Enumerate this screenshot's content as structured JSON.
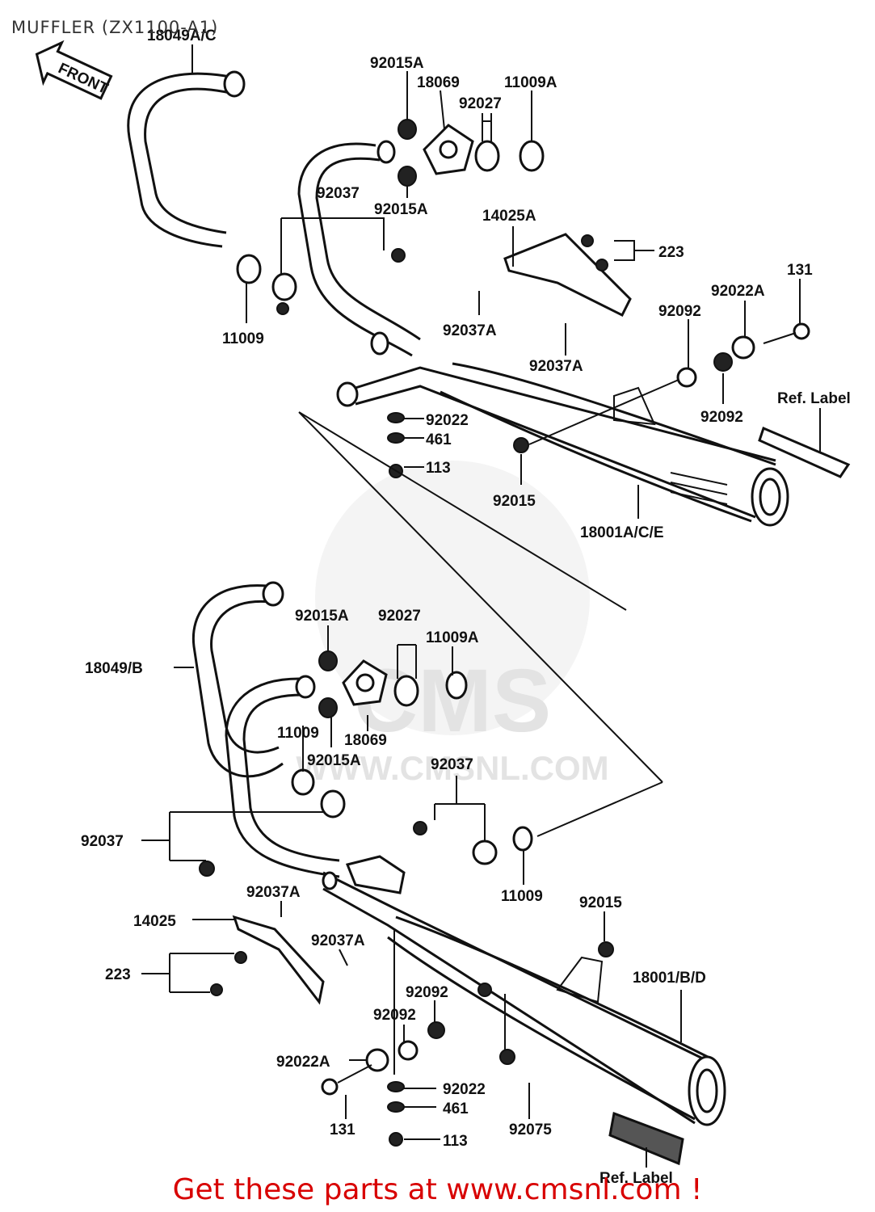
{
  "title": "MUFFLER (ZX1100-A1)",
  "footer": "Get these parts at www.cmsnl.com !",
  "arrow_label": "FRONT",
  "watermark": "CMS",
  "watermark_url": "WWW.CMSNL.COM",
  "colors": {
    "footer": "#d80000",
    "lines": "#111111",
    "watermark": "#e6e6e6"
  },
  "labels": {
    "p18049ac": "18049A/C",
    "p92015a_1": "92015A",
    "p18069_1": "18069",
    "p11009a_1": "11009A",
    "p92027_1": "92027",
    "p92037_1": "92037",
    "p92015a_2": "92015A",
    "p14025a": "14025A",
    "p223_1": "223",
    "p131_1": "131",
    "p92022a_1": "92022A",
    "p92092_1": "92092",
    "p11009_1": "11009",
    "p92037a_1": "92037A",
    "p92037a_2": "92037A",
    "p92022_1": "92022",
    "p461_1": "461",
    "p113_1": "113",
    "p92092_2": "92092",
    "p92015_1": "92015",
    "p18001ace": "18001A/C/E",
    "ref_label_1": "Ref. Label",
    "p92015a_3": "92015A",
    "p92027_2": "92027",
    "p11009a_2": "11009A",
    "p18049b": "18049/B",
    "p11009_2": "11009",
    "p18069_2": "18069",
    "p92015a_4": "92015A",
    "p92037_2": "92037",
    "p92037_3": "92037",
    "p11009_3": "11009",
    "p92015_2": "92015",
    "p92037a_3": "92037A",
    "p14025": "14025",
    "p92037a_4": "92037A",
    "p223_2": "223",
    "p18001bd": "18001/B/D",
    "p92092_3": "92092",
    "p92092_4": "92092",
    "p92022a_2": "92022A",
    "p92022_2": "92022",
    "p461_2": "461",
    "p131_2": "131",
    "p113_2": "113",
    "p92075": "92075",
    "ref_label_2": "Ref. Label"
  }
}
